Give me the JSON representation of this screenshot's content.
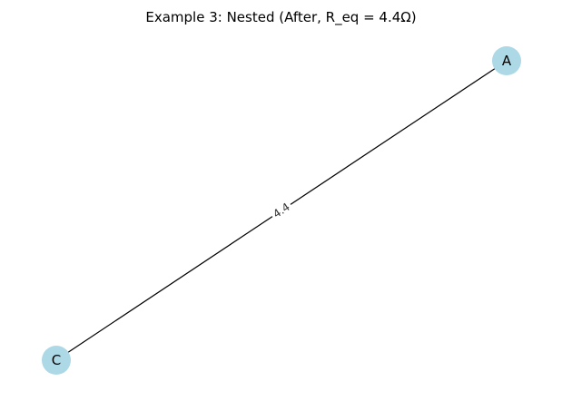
{
  "title": "Example 3: Nested (After, R_eq = 4.4Ω)",
  "nodes": [
    {
      "id": "A",
      "label": "A"
    },
    {
      "id": "C",
      "label": "C"
    }
  ],
  "edges": [
    {
      "source": "A",
      "target": "C",
      "label": "4.4"
    }
  ],
  "colors": {
    "node_fill": "#add8e6",
    "edge_stroke": "#000000",
    "label_bg": "#ffffff",
    "text": "#000000"
  }
}
